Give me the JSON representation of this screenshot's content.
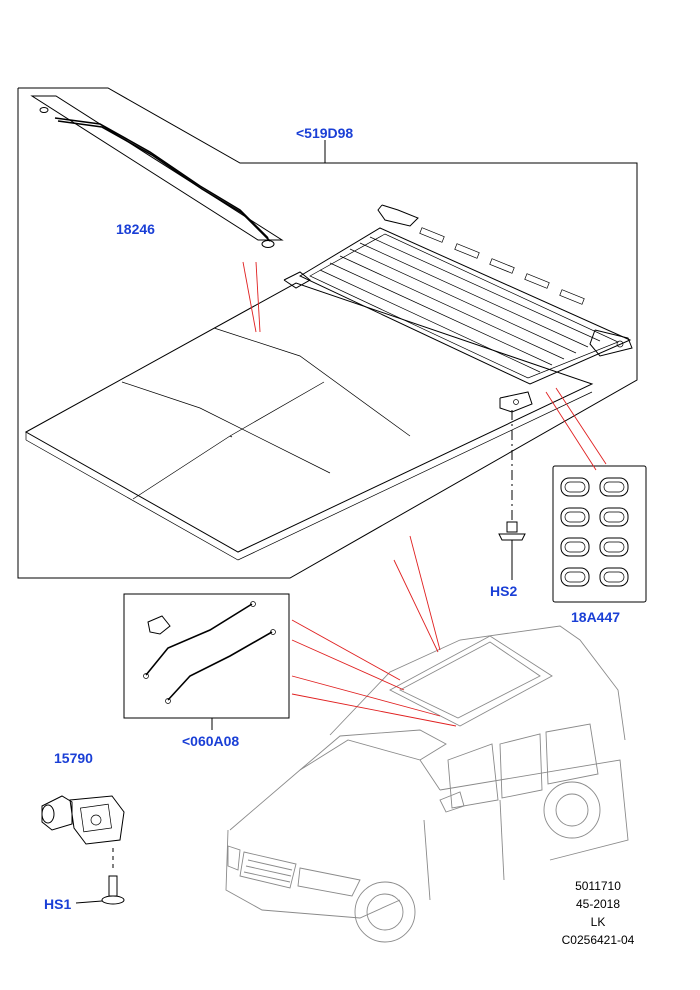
{
  "callouts": {
    "sunroof_assembly": "<519D98",
    "seal_strip": "18246",
    "clip_set": "18A447",
    "screw_hs2": "HS2",
    "drain_tubes": "<060A08",
    "motor": "15790",
    "screw_hs1": "HS1"
  },
  "reference": {
    "line1": "5011710",
    "line2": "45-2018",
    "line3": "LK",
    "line4": "C0256421-04"
  },
  "colors": {
    "callout_text": "#1a3fd6",
    "leader_line": "#e02020",
    "vehicle_outline": "#8a8a8a"
  }
}
